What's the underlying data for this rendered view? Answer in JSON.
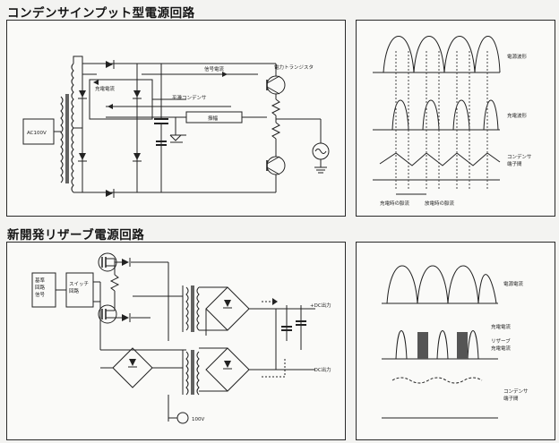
{
  "section1": {
    "title": "コンデンサインプット型電源回路",
    "circuit": {
      "ac_in": "AC100V",
      "charge_current": "充電電流",
      "signal_current": "信号電流",
      "power_transistor": "電力トランジスタ",
      "smoothing_capacitor": "平滑コンデンサ",
      "driver_block": "振幅"
    },
    "waveform": {
      "power_wave": "電源波形",
      "charge_wave": "充電波形",
      "cap_terminal": [
        "コンデンサ",
        "端子間"
      ],
      "charge_span": "充電時の脈流",
      "discharge_span": "放電時の脈流"
    }
  },
  "section2": {
    "title": "新開発リザーブ電源回路",
    "circuit": {
      "ref_signal": [
        "基準",
        "回路",
        "信号"
      ],
      "switch_circuit": [
        "スイッチ",
        "回路"
      ],
      "plus_out": "+DC出力",
      "minus_out": "−DC出力",
      "ac_in": "100V"
    },
    "waveform": {
      "power_current": "電源電流",
      "charge_current": "充電電流",
      "reserve_charge": [
        "リザーブ",
        "充電電流"
      ],
      "cap_terminal": [
        "コンデンサ",
        "端子間"
      ]
    }
  }
}
